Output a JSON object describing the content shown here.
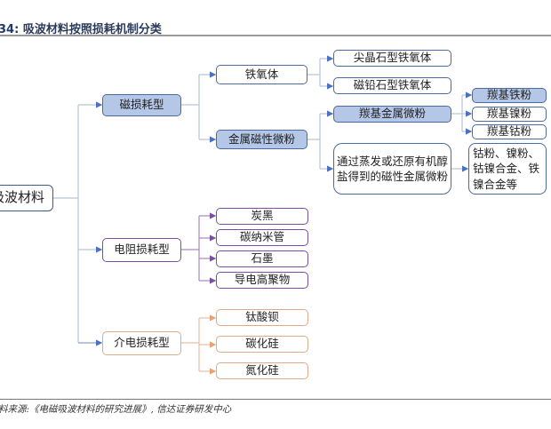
{
  "header": {
    "figure_no": "34:",
    "title": "吸波材料按照损耗机制分类"
  },
  "colors": {
    "blue_branch": "#4a6aa0",
    "blue_fill": "#b4c7e7",
    "purple_branch": "#7a4fa5",
    "orange_branch": "#e0a98a",
    "trunk_line": "#b8c4d8"
  },
  "diagram": {
    "root": "吸波材料",
    "magnetic": {
      "label": "磁损耗型",
      "ferrite": {
        "label": "铁氧体",
        "children": [
          "尖晶石型铁氧体",
          "磁铅石型铁氧体"
        ]
      },
      "metal_powder": {
        "label": "金属磁性微粉",
        "carbonyl": {
          "label": "羰基金属微粉",
          "children": [
            "羰基铁粉",
            "羰基镍粉",
            "羰基钴粉"
          ]
        },
        "evaporation": {
          "label": "通过蒸发或还原有机醇盐得到的磁性金属微粉",
          "child": "钴粉、镍粉、钴镍合金、铁镍合金等"
        }
      }
    },
    "resistive": {
      "label": "电阻损耗型",
      "children": [
        "炭黑",
        "碳纳米管",
        "石墨",
        "导电高聚物"
      ]
    },
    "dielectric": {
      "label": "介电损耗型",
      "children": [
        "钛酸钡",
        "碳化硅",
        "氮化硅"
      ]
    }
  },
  "footer": {
    "source": "料来源:《电磁吸波材料的研究进展》, 信达证券研发中心"
  }
}
